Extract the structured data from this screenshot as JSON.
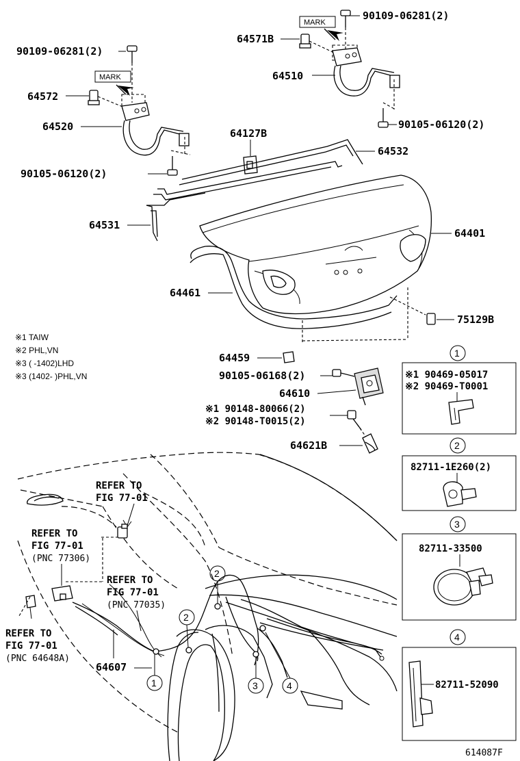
{
  "labels": {
    "bolt_90109_left": "90109-06281(2)",
    "bolt_90109_right": "90109-06281(2)",
    "hinge_64520": "64520",
    "hinge_64510": "64510",
    "bumper_64572": "64572",
    "bumper_64571b": "64571B",
    "mark_left": "MARK",
    "mark_right": "MARK",
    "bolt_90105_left": "90105-06120(2)",
    "bolt_90105_right": "90105-06120(2)",
    "bracket_64127b": "64127B",
    "rod_64532": "64532",
    "rod_64531": "64531",
    "lid_64401": "64401",
    "weatherstrip_64461": "64461",
    "cushion_75129b": "75129B",
    "cushion_64459": "64459",
    "screw_90105_06168": "90105-06168(2)",
    "lock_64610": "64610",
    "bolt_alt1": "※1 90148-80066(2)",
    "bolt_alt2": "※2 90148-T0015(2)",
    "striker_64621b": "64621B",
    "cable_64607": "64607",
    "diagram_code": "614087F"
  },
  "notes": [
    "※1 TAIW",
    "※2 PHL,VN",
    "※3 (      -1402)LHD",
    "※3 (1402-      )PHL,VN"
  ],
  "refers": {
    "ref_top": {
      "line1": "REFER TO",
      "line2": "FIG 77-01"
    },
    "ref_mid": {
      "line1": "REFER TO",
      "line2": "FIG 77-01",
      "line3": "(PNC 77306)"
    },
    "ref_cable": {
      "line1": "REFER TO",
      "line2": "FIG 77-01",
      "line3": "(PNC 77035)"
    },
    "ref_left": {
      "line1": "REFER TO",
      "line2": "FIG 77-01",
      "line3": "(PNC 64648A)"
    }
  },
  "detail_boxes": [
    {
      "index": "1",
      "parts": [
        "※1 90469-05017",
        "※2 90469-T0001"
      ]
    },
    {
      "index": "2",
      "parts": [
        "82711-1E260(2)"
      ]
    },
    {
      "index": "3",
      "parts": [
        "82711-33500"
      ]
    },
    {
      "index": "4",
      "parts": [
        "82711-52090"
      ]
    }
  ],
  "callouts": [
    "1",
    "2",
    "2",
    "3",
    "4"
  ]
}
